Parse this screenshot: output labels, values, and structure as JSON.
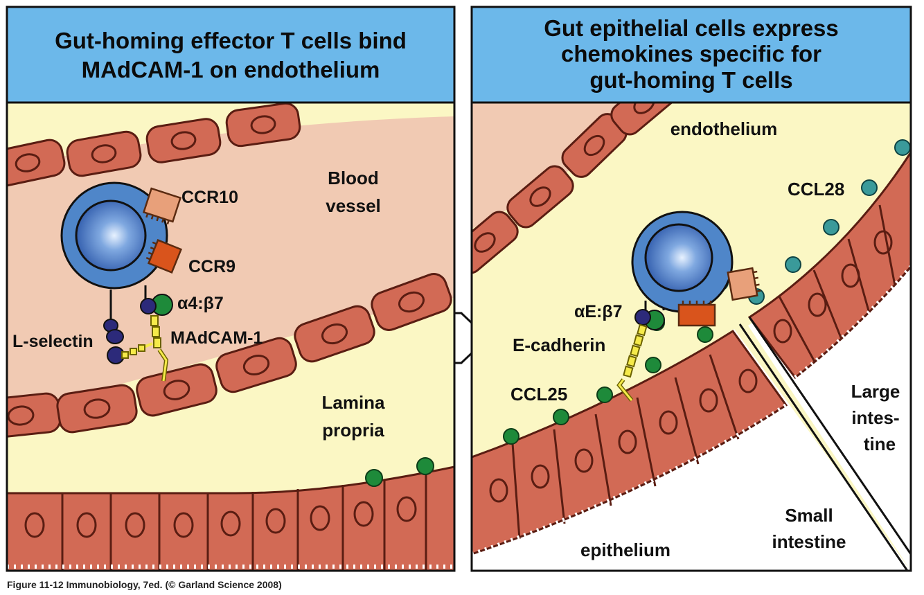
{
  "panels": {
    "left": {
      "title_lines": [
        "Gut-homing effector T cells bind",
        "MAdCAM-1 on endothelium"
      ],
      "labels": {
        "ccr10": "CCR10",
        "ccr9": "CCR9",
        "integrin": "α4:β7",
        "l_selectin": "L-selectin",
        "madcam": "MAdCAM-1",
        "blood_vessel": [
          "Blood",
          "vessel"
        ],
        "lamina_propria": [
          "Lamina",
          "propria"
        ]
      }
    },
    "right": {
      "title_lines": [
        "Gut epithelial cells express",
        "chemokines specific for",
        "gut-homing T cells"
      ],
      "labels": {
        "endothelium": "endothelium",
        "ccl28": "CCL28",
        "integrin": "αE:β7",
        "e_cadherin": "E-cadherin",
        "ccl25": "CCL25",
        "large_intestine": [
          "Large",
          "intes-",
          "tine"
        ],
        "small_intestine": [
          "Small",
          "intestine"
        ],
        "epithelium": "epithelium"
      }
    }
  },
  "caption": "Figure 11-12  Immunobiology, 7ed. (© Garland Science 2008)",
  "colors": {
    "title_bg": "#6cb8ea",
    "lamina_bg": "#fbf7c4",
    "vessel_bg": "#f1cab3",
    "cell_fill": "#d26a55",
    "cell_stroke": "#5a1d12",
    "tcell_outer": "#4f86c9",
    "tcell_nucleus": "#3566b8",
    "ccr10": "#e8a07a",
    "ccr9": "#d9541c",
    "chemokine_ccl25": "#1e8a3a",
    "chemokine_ccl28": "#3a9a9a",
    "integrin_dark": "#2c2a7a",
    "madcam_yellow": "#f5ea4a"
  }
}
